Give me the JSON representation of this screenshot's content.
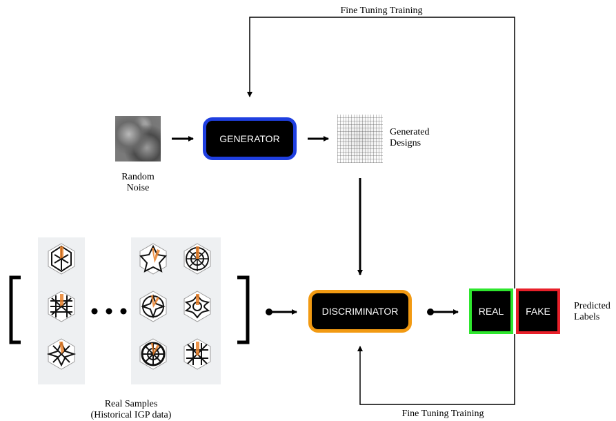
{
  "top_label": "Fine Tuning Training",
  "bottom_label": "Fine Tuning Training",
  "generator_label": "GENERATOR",
  "discriminator_label": "DISCRIMINATOR",
  "real_label": "REAL",
  "fake_label": "FAKE",
  "random_noise_label": [
    "Random",
    "Noise"
  ],
  "generated_designs_label": [
    "Generated",
    "Designs"
  ],
  "predicted_labels_label": [
    "Predicted",
    "Labels"
  ],
  "real_samples_label": [
    "Real Samples",
    "(Historical IGP data)"
  ],
  "colors": {
    "generator_border": "#1f3fe0",
    "discriminator_border": "#f29a12",
    "real_border": "#2ee62e",
    "fake_border": "#e8202a",
    "pattern_accent": "#e8802a"
  }
}
